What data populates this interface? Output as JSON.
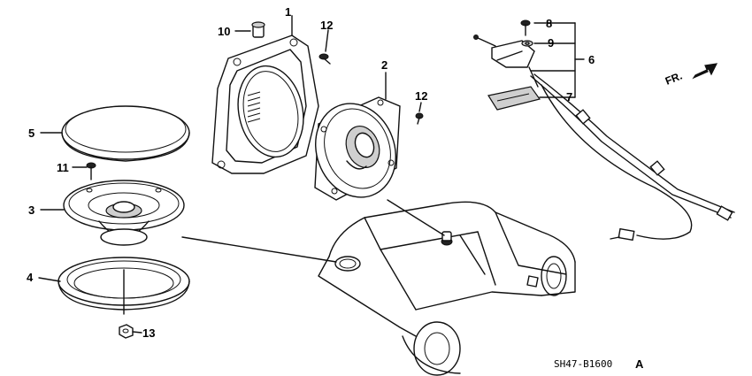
{
  "diagram": {
    "callouts": {
      "c1": "1",
      "c2": "2",
      "c3": "3",
      "c4": "4",
      "c5": "5",
      "c6": "6",
      "c7": "7",
      "c8": "8",
      "c9": "9",
      "c10": "10",
      "c11": "11",
      "c12a": "12",
      "c12b": "12",
      "c13": "13"
    },
    "direction_label": "FR.",
    "code": "SH47-B1600",
    "code_suffix": "A"
  }
}
